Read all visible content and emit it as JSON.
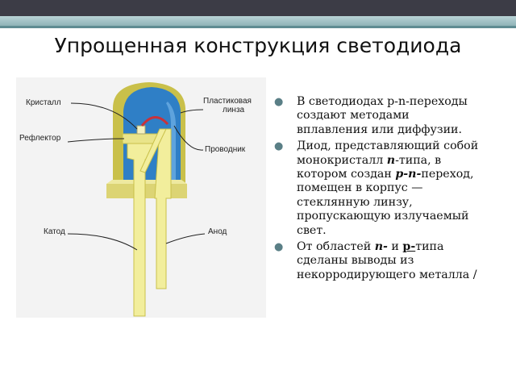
{
  "slide": {
    "title": "Упрощенная конструкция светодиода"
  },
  "figure": {
    "labels": {
      "crystal": "Кристалл",
      "lens_line1": "Пластиковая",
      "lens_line2": "линза",
      "reflector": "Рефлектор",
      "conductor": "Проводник",
      "cathode": "Катод",
      "anode": "Анод"
    },
    "colors": {
      "lens_blue": "#2f7fc6",
      "body_yellow": "#f2ee9c",
      "rim_olive": "#c9c04a",
      "wire_red": "#c8323a"
    }
  },
  "bullets": {
    "b1": {
      "text": "В светодиодах p-n-переходы создают методами вплавления или диффузии."
    },
    "b2": {
      "t1": "Диод, представляющий собой монокристалл ",
      "em1": "n",
      "t2": "-типа, в котором создан ",
      "em2": "p-n-",
      "t3": "переход, помещен в корпус — стеклянную линзу, пропускающую излучаемый свет."
    },
    "b3": {
      "t1": "От областей ",
      "em1": "n-",
      "t2": " и ",
      "em2": "p-",
      "t3": "типа сделаны выводы из некорродирующего металла /"
    }
  }
}
